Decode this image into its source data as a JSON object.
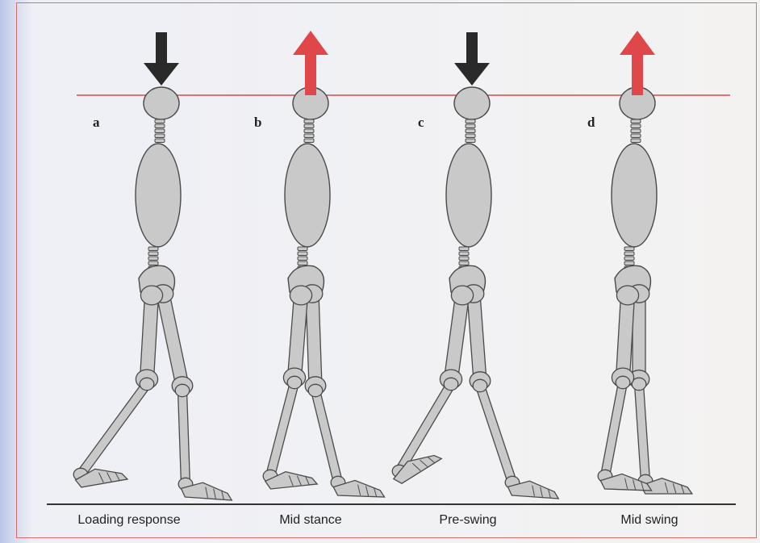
{
  "panels": [
    {
      "letter": "a",
      "label": "Loading response",
      "force": "down"
    },
    {
      "letter": "b",
      "label": "Mid stance",
      "force": "up"
    },
    {
      "letter": "c",
      "label": "Pre-swing",
      "force": "down"
    },
    {
      "letter": "d",
      "label": "Mid swing",
      "force": "up"
    }
  ],
  "colors": {
    "frame": "#e06b6b",
    "arrow_down": "#2a2a2a",
    "arrow_up": "#e0474a",
    "bone_fill": "#c9c9c9",
    "bone_stroke": "#4a4a4a",
    "baseline": "#333333"
  }
}
